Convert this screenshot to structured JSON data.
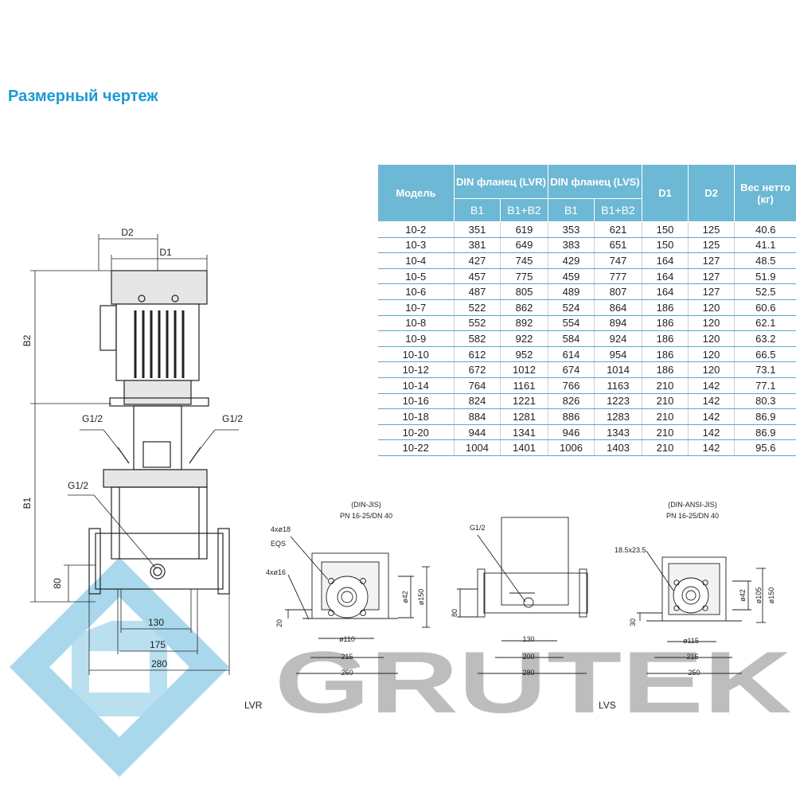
{
  "title": "Размерный чертеж",
  "brand": "GRUTEK",
  "table": {
    "headers": {
      "model": "Модель",
      "din_lvr": "DIN фланец (LVR)",
      "din_lvs": "DIN фланец (LVS)",
      "d1": "D1",
      "d2": "D2",
      "weight": "Вес нетто (кг)",
      "b1": "B1",
      "b1b2": "B1+B2"
    },
    "rows": [
      [
        "10-2",
        "351",
        "619",
        "353",
        "621",
        "150",
        "125",
        "40.6"
      ],
      [
        "10-3",
        "381",
        "649",
        "383",
        "651",
        "150",
        "125",
        "41.1"
      ],
      [
        "10-4",
        "427",
        "745",
        "429",
        "747",
        "164",
        "127",
        "48.5"
      ],
      [
        "10-5",
        "457",
        "775",
        "459",
        "777",
        "164",
        "127",
        "51.9"
      ],
      [
        "10-6",
        "487",
        "805",
        "489",
        "807",
        "164",
        "127",
        "52.5"
      ],
      [
        "10-7",
        "522",
        "862",
        "524",
        "864",
        "186",
        "120",
        "60.6"
      ],
      [
        "10-8",
        "552",
        "892",
        "554",
        "894",
        "186",
        "120",
        "62.1"
      ],
      [
        "10-9",
        "582",
        "922",
        "584",
        "924",
        "186",
        "120",
        "63.2"
      ],
      [
        "10-10",
        "612",
        "952",
        "614",
        "954",
        "186",
        "120",
        "66.5"
      ],
      [
        "10-12",
        "672",
        "1012",
        "674",
        "1014",
        "186",
        "120",
        "73.1"
      ],
      [
        "10-14",
        "764",
        "1161",
        "766",
        "1163",
        "210",
        "142",
        "77.1"
      ],
      [
        "10-16",
        "824",
        "1221",
        "826",
        "1223",
        "210",
        "142",
        "80.3"
      ],
      [
        "10-18",
        "884",
        "1281",
        "886",
        "1283",
        "210",
        "142",
        "86.9"
      ],
      [
        "10-20",
        "944",
        "1341",
        "946",
        "1343",
        "210",
        "142",
        "86.9"
      ],
      [
        "10-22",
        "1004",
        "1401",
        "1006",
        "1403",
        "210",
        "142",
        "95.6"
      ]
    ]
  },
  "pump": {
    "d2": "D2",
    "d1": "D1",
    "b2": "B2",
    "b1": "B1",
    "g_left": "G1/2",
    "g_right": "G1/2",
    "g_mid": "G1/2",
    "h80": "80",
    "w130": "130",
    "w175": "175",
    "w280": "280"
  },
  "lvr": {
    "std": "(DIN-JIS)",
    "pn": "PN 16-25/DN 40",
    "bolt1": "4xø18",
    "eqs": "EQS",
    "bolt2": "4xø16",
    "h20": "20",
    "d110": "ø110",
    "w215": "215",
    "w260": "260",
    "d42": "ø42",
    "d150": "ø150",
    "label": "LVR"
  },
  "side": {
    "g": "G1/2",
    "h80": "80",
    "w130": "130",
    "w200": "200",
    "w280": "280"
  },
  "lvs": {
    "std": "(DIN-ANSI-JIS)",
    "pn": "PN 16-25/DN 40",
    "slot": "18.5x23.5",
    "h30": "30",
    "d115": "ø115",
    "w215": "215",
    "w250": "250",
    "d42": "ø42",
    "d105": "ø105",
    "d150": "ø150",
    "label": "LVS"
  },
  "colors": {
    "accent": "#1d9ad6",
    "header": "#6db8d4",
    "logo_blue": "#a9d8ec",
    "logo_gray": "#bdbdbd"
  }
}
